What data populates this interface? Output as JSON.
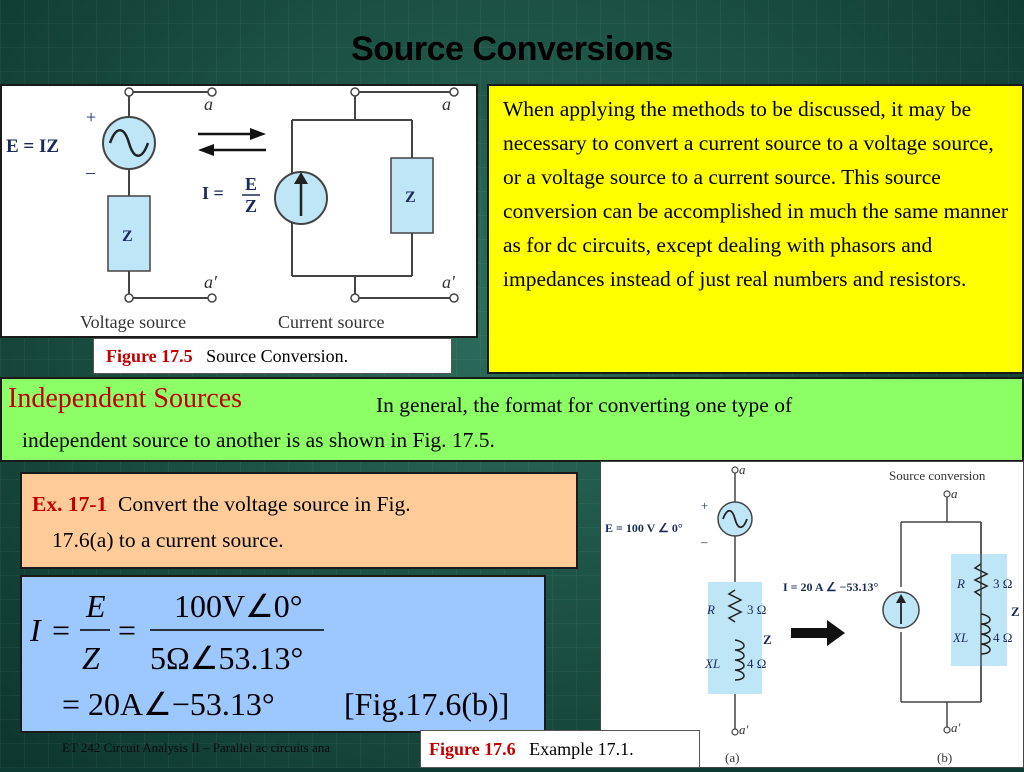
{
  "slide": {
    "title": "Source Conversions",
    "footer": "ET 242 Circuit Analysis II – Parallel ac circuits ana"
  },
  "figure_17_5": {
    "voltage_eq": "E = IZ",
    "current_eq_lhs": "I =",
    "current_eq_num": "E",
    "current_eq_den": "Z",
    "plus": "+",
    "minus": "–",
    "node_a": "a",
    "node_a_prime": "a′",
    "impedance": "Z",
    "label_voltage": "Voltage source",
    "label_current": "Current source",
    "caption_num": "Figure 17.5",
    "caption_text": "Source Conversion."
  },
  "intro": {
    "text": "When applying the methods to be discussed, it may be necessary to convert a current source to a voltage source, or a voltage source to a current source. This source conversion can be accomplished in much the same manner as for dc circuits, except dealing with phasors and impedances instead of just real numbers and resistors."
  },
  "independent": {
    "heading": "Independent Sources",
    "line1": "In general, the format for converting one type of",
    "line2": "independent source to another is as shown in Fig. 17.5."
  },
  "example": {
    "label": "Ex. 17-1",
    "line1": "Convert the voltage source in Fig.",
    "line2": "17.6(a) to a current source."
  },
  "equation": {
    "I": "I",
    "eq": "=",
    "E": "E",
    "Z": "Z",
    "num": "100V∠0°",
    "den": "5Ω∠53.13°",
    "result": "= 20A∠−53.13°",
    "ref": "[Fig.17.6(b)]"
  },
  "figure_17_6": {
    "header": "Source conversion",
    "source_eq": "E = 100 V ∠ 0°",
    "current_eq": "I = 20 A ∠ −53.13°",
    "plus": "+",
    "minus": "–",
    "node_a": "a",
    "node_a_prime": "a′",
    "R": "R",
    "R_val": "3 Ω",
    "XL": "XL",
    "XL_val": "4 Ω",
    "Z": "Z",
    "label_a": "(a)",
    "label_b": "(b)",
    "caption_num": "Figure 17.6",
    "caption_text": "Example 17.1."
  },
  "colors": {
    "intro_bg": "#ffff00",
    "indep_bg": "#8cff66",
    "example_bg": "#ffcc99",
    "equation_bg": "#9cc7ff",
    "heading_red": "#c00000",
    "component_fill": "#bfe6f7"
  }
}
